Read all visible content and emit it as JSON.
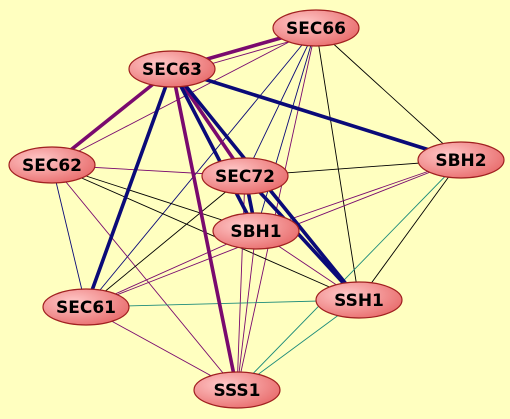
{
  "colors": {
    "background": "#ffffc0",
    "node_fill_light": "#ffc8c8",
    "node_fill_dark": "#e86a6a",
    "node_stroke": "#a02020",
    "edge_purple": "#7a0a6e",
    "edge_navy": "#0a0a78",
    "edge_teal": "#1e8c7a",
    "edge_black": "#000000"
  },
  "nodes": [
    {
      "id": "SEC66",
      "label": "SEC66"
    },
    {
      "id": "SEC63",
      "label": "SEC63"
    },
    {
      "id": "SEC62",
      "label": "SEC62"
    },
    {
      "id": "SEC72",
      "label": "SEC72"
    },
    {
      "id": "SBH2",
      "label": "SBH2"
    },
    {
      "id": "SBH1",
      "label": "SBH1"
    },
    {
      "id": "SEC61",
      "label": "SEC61"
    },
    {
      "id": "SSH1",
      "label": "SSH1"
    },
    {
      "id": "SSS1",
      "label": "SSS1"
    }
  ],
  "edges": [
    {
      "source": "SEC63",
      "target": "SEC66",
      "color": "edge_purple",
      "weight": "strong"
    },
    {
      "source": "SEC63",
      "target": "SEC62",
      "color": "edge_purple",
      "weight": "strong"
    },
    {
      "source": "SEC63",
      "target": "SEC72",
      "color": "edge_purple",
      "weight": "strong"
    },
    {
      "source": "SEC63",
      "target": "SSS1",
      "color": "edge_purple",
      "weight": "strong"
    },
    {
      "source": "SEC63",
      "target": "SBH2",
      "color": "edge_navy",
      "weight": "strong"
    },
    {
      "source": "SEC63",
      "target": "SEC61",
      "color": "edge_navy",
      "weight": "strong"
    },
    {
      "source": "SEC63",
      "target": "SBH1",
      "color": "edge_navy",
      "weight": "strong"
    },
    {
      "source": "SEC63",
      "target": "SSH1",
      "color": "edge_navy",
      "weight": "strong"
    },
    {
      "source": "SEC66",
      "target": "SEC62",
      "color": "edge_purple",
      "weight": "thin"
    },
    {
      "source": "SEC66",
      "target": "SEC72",
      "color": "edge_navy",
      "weight": "thin"
    },
    {
      "source": "SEC66",
      "target": "SBH1",
      "color": "edge_navy",
      "weight": "thin"
    },
    {
      "source": "SEC66",
      "target": "SEC61",
      "color": "edge_navy",
      "weight": "thin"
    },
    {
      "source": "SEC66",
      "target": "SBH2",
      "color": "edge_black",
      "weight": "thin"
    },
    {
      "source": "SEC66",
      "target": "SSH1",
      "color": "edge_black",
      "weight": "thin"
    },
    {
      "source": "SEC66",
      "target": "SSS1",
      "color": "edge_purple",
      "weight": "thin"
    },
    {
      "source": "SEC63",
      "target": "SEC66",
      "color": "edge_purple",
      "weight": "thin2"
    },
    {
      "source": "SEC62",
      "target": "SEC72",
      "color": "edge_purple",
      "weight": "thin"
    },
    {
      "source": "SEC62",
      "target": "SBH1",
      "color": "edge_black",
      "weight": "thin"
    },
    {
      "source": "SEC62",
      "target": "SSH1",
      "color": "edge_black",
      "weight": "thin"
    },
    {
      "source": "SEC62",
      "target": "SEC61",
      "color": "edge_navy",
      "weight": "thin"
    },
    {
      "source": "SEC62",
      "target": "SSS1",
      "color": "edge_purple",
      "weight": "thin"
    },
    {
      "source": "SEC72",
      "target": "SBH2",
      "color": "edge_black",
      "weight": "thin"
    },
    {
      "source": "SEC72",
      "target": "SBH1",
      "color": "edge_navy",
      "weight": "strong"
    },
    {
      "source": "SEC72",
      "target": "SSH1",
      "color": "edge_navy",
      "weight": "strong"
    },
    {
      "source": "SEC72",
      "target": "SEC61",
      "color": "edge_black",
      "weight": "thin"
    },
    {
      "source": "SEC72",
      "target": "SSS1",
      "color": "edge_purple",
      "weight": "thin"
    },
    {
      "source": "SBH2",
      "target": "SBH1",
      "color": "edge_purple",
      "weight": "thin"
    },
    {
      "source": "SBH2",
      "target": "SSH1",
      "color": "edge_black",
      "weight": "thin"
    },
    {
      "source": "SBH2",
      "target": "SEC61",
      "color": "edge_purple",
      "weight": "thin"
    },
    {
      "source": "SBH2",
      "target": "SSS1",
      "color": "edge_teal",
      "weight": "thin"
    },
    {
      "source": "SBH1",
      "target": "SSH1",
      "color": "edge_purple",
      "weight": "thin"
    },
    {
      "source": "SBH1",
      "target": "SEC61",
      "color": "edge_purple",
      "weight": "thin"
    },
    {
      "source": "SBH1",
      "target": "SSS1",
      "color": "edge_purple",
      "weight": "thin"
    },
    {
      "source": "SEC61",
      "target": "SSH1",
      "color": "edge_teal",
      "weight": "thin"
    },
    {
      "source": "SEC61",
      "target": "SSS1",
      "color": "edge_purple",
      "weight": "thin"
    },
    {
      "source": "SSH1",
      "target": "SSS1",
      "color": "edge_teal",
      "weight": "thin"
    }
  ]
}
